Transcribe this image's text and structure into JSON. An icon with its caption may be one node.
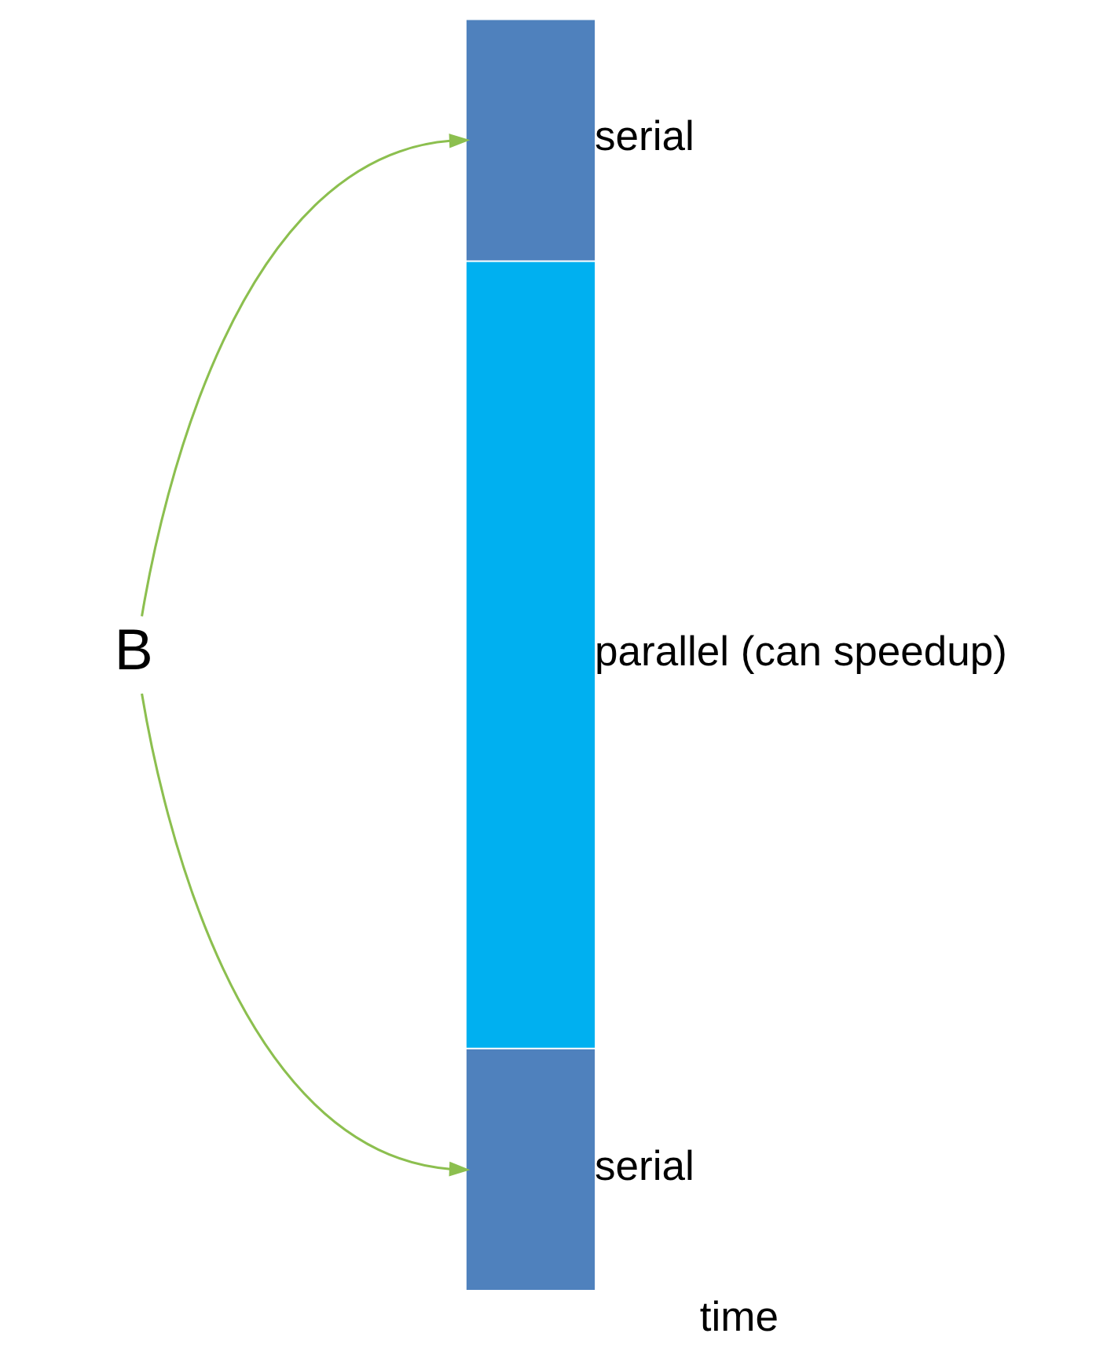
{
  "diagram": {
    "nodes": [
      {
        "text": [
          "B"
        ]
      },
      {
        "text": [],
        "shape": "bar",
        "beside": [
          "serial"
        ]
      },
      {
        "text": [],
        "shape": "bar",
        "beside": [
          "parallel (can speedup)"
        ]
      },
      {
        "text": [],
        "shape": "bar",
        "beside": [
          "serial"
        ]
      }
    ],
    "edges": [
      {
        "from": 0,
        "to": 1,
        "arrow": "to"
      },
      {
        "from": 0,
        "to": 3,
        "arrow": "to"
      }
    ],
    "labels": [
      "time"
    ]
  }
}
